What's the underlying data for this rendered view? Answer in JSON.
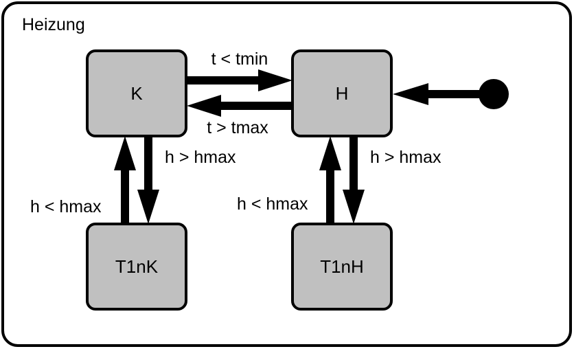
{
  "diagram": {
    "container_title": "Heizung",
    "states": {
      "K": "K",
      "H": "H",
      "T1nK": "T1nK",
      "T1nH": "T1nH"
    },
    "transitions": {
      "k_to_h": "t < tmin",
      "h_to_k": "t > tmax",
      "k_to_t1nk": "h > hmax",
      "t1nk_to_k": "h < hmax",
      "h_to_t1nh": "h > hmax",
      "t1nh_to_h": "h < hmax"
    },
    "colors": {
      "state_fill": "#c0c0c0",
      "stroke": "#000000",
      "background": "#ffffff"
    }
  }
}
